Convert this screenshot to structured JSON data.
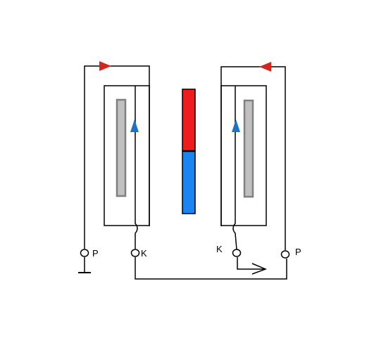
{
  "labels": {
    "left_outer": "P",
    "left_inner": "K",
    "right_inner": "K",
    "right_outer": "P"
  },
  "colors": {
    "wire": "#000000",
    "arrow_red": "#d4261c",
    "arrow_blue": "#1a73c8",
    "magnet_north": "#ee1c1c",
    "magnet_south": "#1a85f0",
    "core_fill": "#c0c0c0",
    "core_stroke": "#808080"
  },
  "icons": {
    "arrows": [
      "red-arrow-right-icon",
      "red-arrow-left-icon",
      "blue-arrow-up-icon",
      "blue-arrow-up-icon"
    ],
    "terminals": [
      "terminal-icon",
      "terminal-icon",
      "terminal-icon",
      "terminal-icon"
    ],
    "ground": "ground-icon",
    "open_arrow": "open-arrow-right-icon"
  }
}
